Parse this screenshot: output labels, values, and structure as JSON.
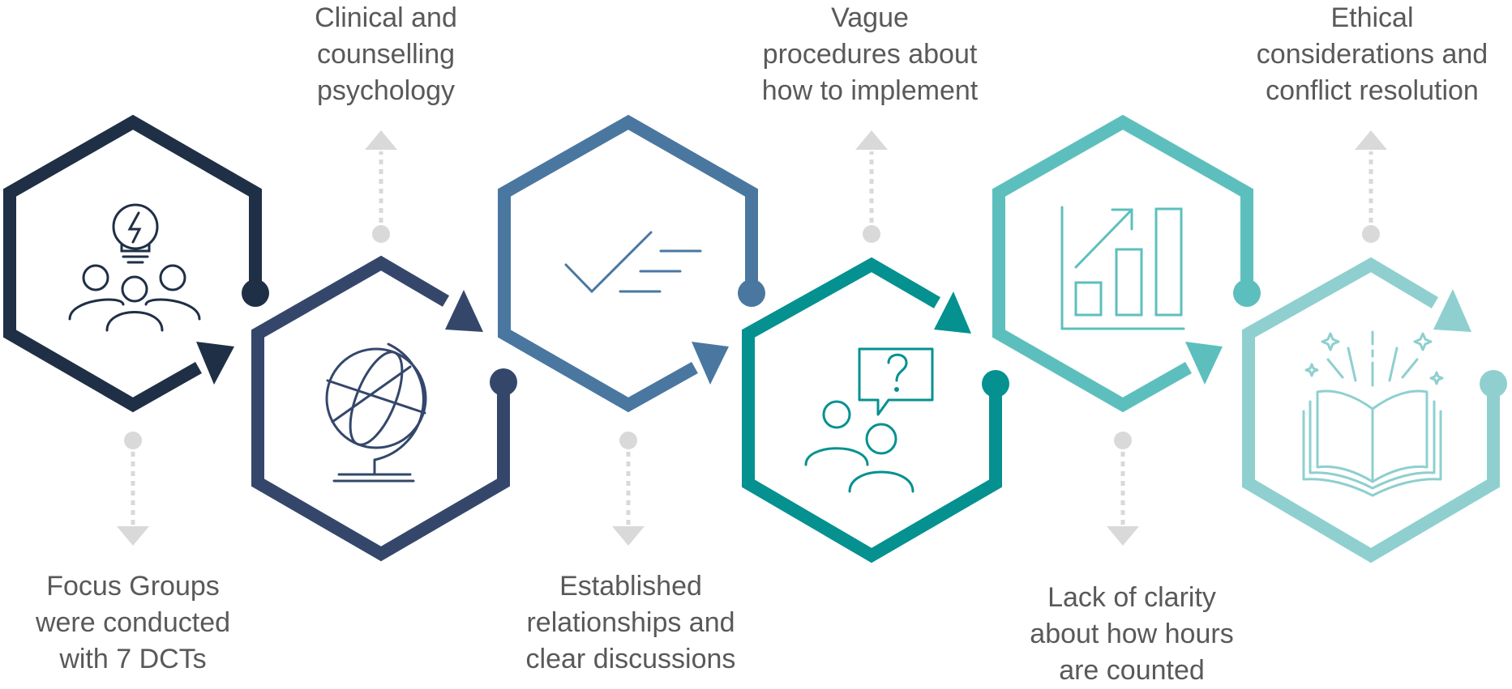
{
  "steps": [
    {
      "icon": "people-lightbulb-icon",
      "color": "#1f2f46",
      "label_lines": [
        "Focus Groups",
        "were conducted",
        "with 7 DCTs"
      ]
    },
    {
      "icon": "globe-icon",
      "color": "#34476b",
      "label_lines": [
        "Clinical and",
        "counselling",
        "psychology"
      ]
    },
    {
      "icon": "checkmark-list-icon",
      "color": "#4a77a0",
      "label_lines": [
        "Established",
        "relationships and",
        "clear discussions"
      ]
    },
    {
      "icon": "people-question-icon",
      "color": "#049190",
      "label_lines": [
        "Vague",
        "procedures about",
        "how to implement"
      ]
    },
    {
      "icon": "growth-chart-icon",
      "color": "#5dbfbd",
      "label_lines": [
        "Lack of clarity",
        "about how hours",
        "are counted"
      ]
    },
    {
      "icon": "open-book-icon",
      "color": "#8fcfcf",
      "label_lines": [
        "Ethical",
        "considerations and",
        "conflict resolution"
      ]
    }
  ],
  "connector_color": "#d9d9d9"
}
